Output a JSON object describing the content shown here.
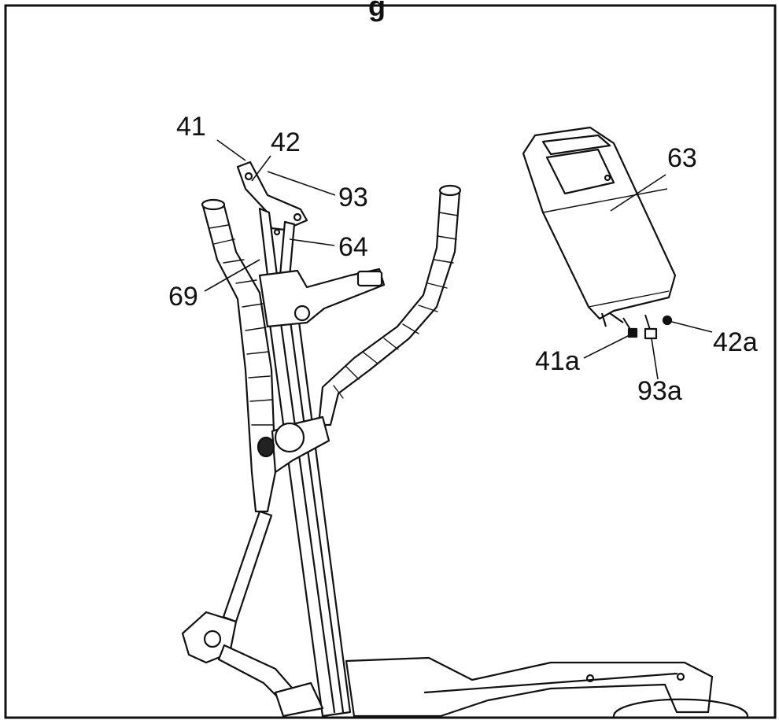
{
  "figure": {
    "header_fragment": "g",
    "callouts": [
      "41",
      "42",
      "93",
      "64",
      "69",
      "63",
      "41a",
      "42a",
      "93a"
    ]
  },
  "colors": {
    "ink": "#111111",
    "paper": "#ffffff",
    "shade": "#cfcfcf"
  }
}
